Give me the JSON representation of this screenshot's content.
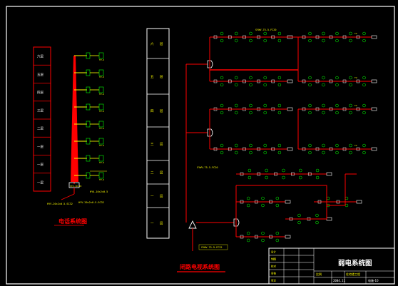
{
  "colors": {
    "background": "#000000",
    "frame": "#ffffff",
    "red": "#ff0000",
    "yellow": "#ffff00",
    "green": "#00ff00",
    "white": "#ffffff"
  },
  "titles": {
    "phone_system": "电话系统图",
    "cable_tv_system": "闭路电视系统图",
    "weak_current_system": "弱电系统图"
  },
  "phone_floors": [
    "六层",
    "五层",
    "四层",
    "三层",
    "二层",
    "一层",
    "一层",
    "一层"
  ],
  "phone_outlet_label": "TP-2",
  "phone_riser_label": "HYA-10×2×0.5",
  "phone_main_label": "HYV-20×2×0.5-SC32",
  "phone_box_label": "STO-10-20",
  "phone_entry_label": "HYV-20×2×0.5-SC32",
  "tv_floors": [
    "六层",
    "五层",
    "四层",
    "三层",
    "二层",
    "一层",
    "一层"
  ],
  "tv_trunk_label": "SYWV-75-5-FC20",
  "tv_branch_label": "SYWV-75-5-FC20",
  "tv_entry_label": "SYWV-75-9-FC32",
  "tv_tap_label": "TV",
  "title_block": {
    "name": "弱电系统图",
    "scale": "比例",
    "date": "2004.11",
    "drawing_no": "电施-10",
    "project": "住宅楼工程",
    "rows": [
      "设计",
      "制图",
      "校对",
      "审核",
      "审定"
    ]
  }
}
